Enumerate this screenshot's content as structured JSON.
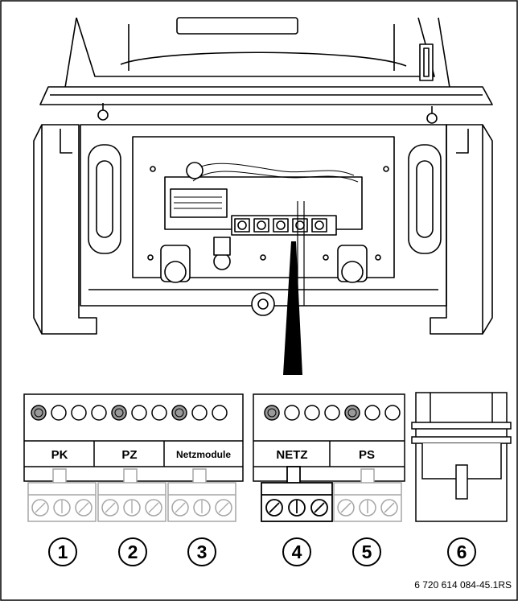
{
  "figure": {
    "connectors_left": [
      "PK",
      "PZ",
      "Netzmodule"
    ],
    "connectors_mid": [
      "NETZ",
      "PS"
    ],
    "callouts": [
      "1",
      "2",
      "3",
      "4",
      "5",
      "6"
    ],
    "reference": "6 720 614 084-45.1RS"
  }
}
